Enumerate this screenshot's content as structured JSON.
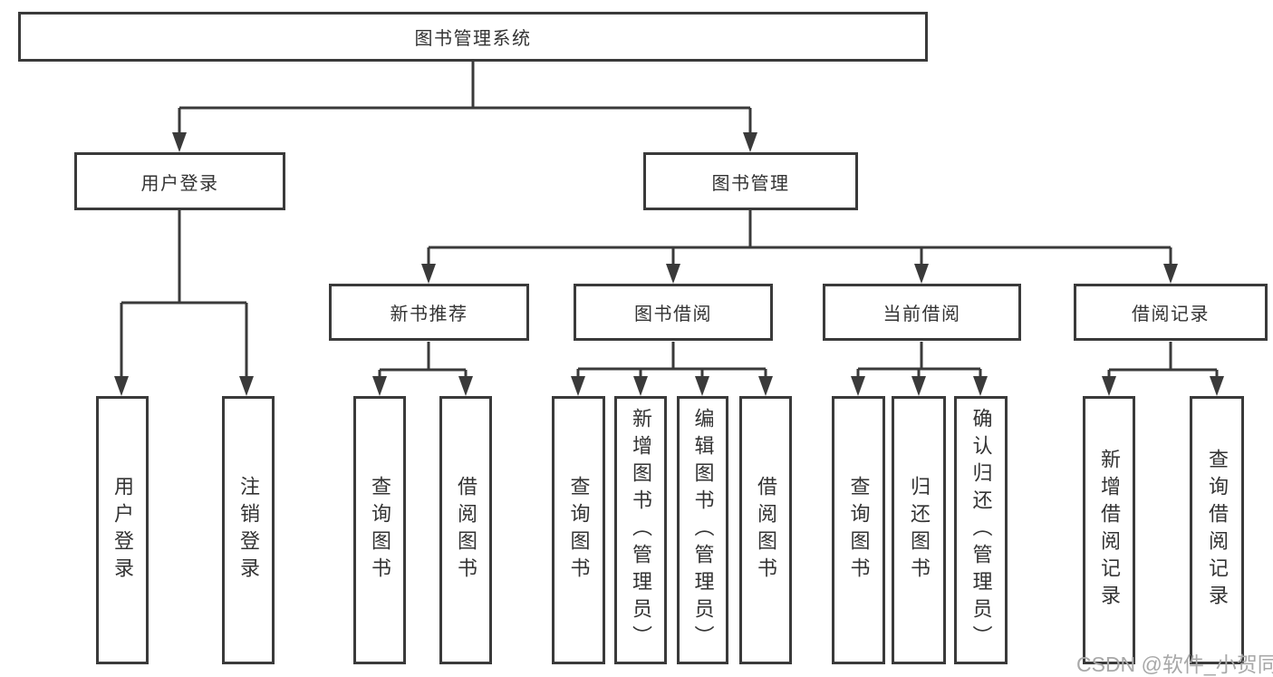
{
  "colors": {
    "line": "#3a3a3a",
    "box_border": "#3a3a3a",
    "text": "#333333",
    "background": "#ffffff",
    "watermark": "#a8a8a8"
  },
  "watermark": {
    "text": "CSDN @软件_小贺同学"
  },
  "tree": {
    "root": {
      "label": "图书管理系统"
    },
    "branches": [
      {
        "label": "用户登录",
        "children": [
          {
            "label": "用户登录"
          },
          {
            "label": "注销登录"
          }
        ]
      },
      {
        "label": "图书管理",
        "children": [
          {
            "label": "新书推荐",
            "children": [
              {
                "label": "查询图书"
              },
              {
                "label": "借阅图书"
              }
            ]
          },
          {
            "label": "图书借阅",
            "children": [
              {
                "label": "查询图书"
              },
              {
                "label": "新增图书（管理员）"
              },
              {
                "label": "编辑图书（管理员）"
              },
              {
                "label": "借阅图书"
              }
            ]
          },
          {
            "label": "当前借阅",
            "children": [
              {
                "label": "查询图书"
              },
              {
                "label": "归还图书"
              },
              {
                "label": "确认归还（管理员）"
              }
            ]
          },
          {
            "label": "借阅记录",
            "children": [
              {
                "label": "新增借阅记录"
              },
              {
                "label": "查询借阅记录"
              }
            ]
          }
        ]
      }
    ]
  }
}
